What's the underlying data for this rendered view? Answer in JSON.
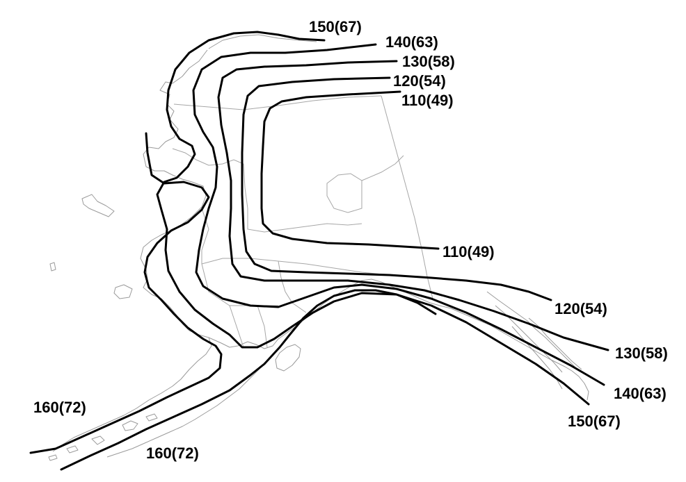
{
  "colors": {
    "contour": "#000000",
    "coastline": "#9a9a9a",
    "boundary": "#a6a6a6",
    "background": "#ffffff"
  },
  "contours": [
    {
      "id": "c110",
      "label": "110(49)"
    },
    {
      "id": "c120",
      "label": "120(54)"
    },
    {
      "id": "c130",
      "label": "130(58)"
    },
    {
      "id": "c140",
      "label": "140(63)"
    },
    {
      "id": "c150",
      "label": "150(67)"
    },
    {
      "id": "c160",
      "label": "160(72)"
    }
  ]
}
